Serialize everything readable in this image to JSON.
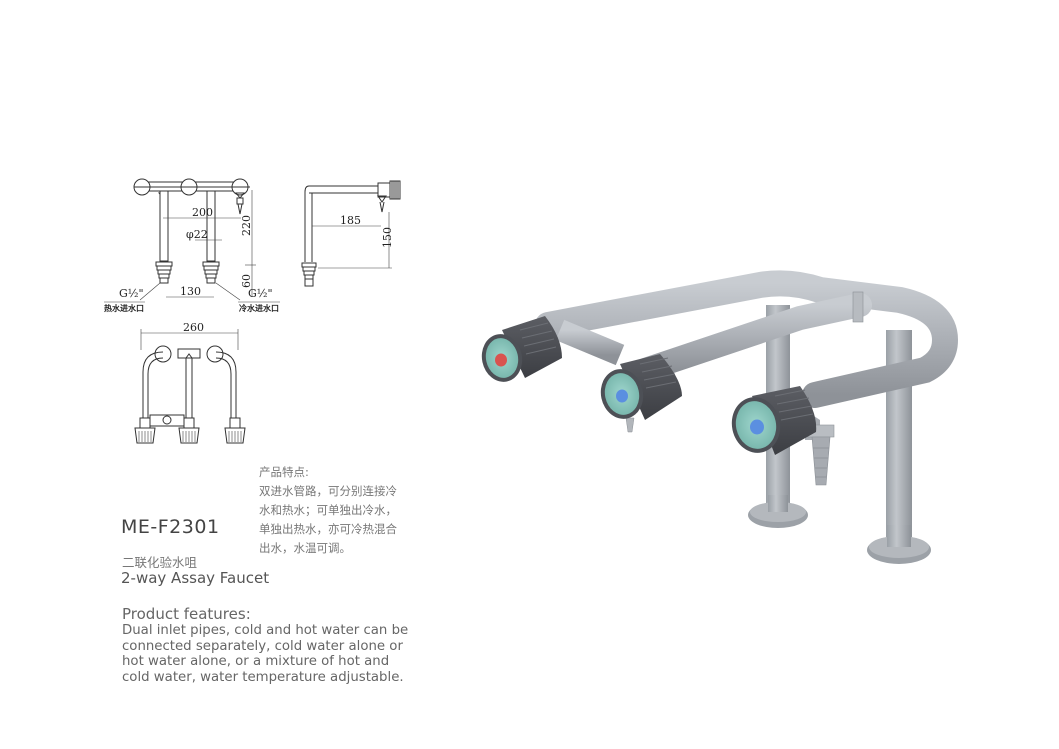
{
  "product": {
    "model": "ME-F2301",
    "name_cn": "二联化验水咀",
    "name_en": "2-way Assay Faucet"
  },
  "features_cn": {
    "title": "产品特点:",
    "lines": [
      "双进水管路，可分别连接冷",
      "水和热水；可单独出冷水，",
      "单独出热水，亦可冷热混合",
      "出水，水温可调。"
    ]
  },
  "features_en": {
    "title": "Product features:",
    "lines": [
      "Dual inlet pipes, cold and hot water can be",
      "connected separately, cold water alone or",
      "hot water alone, or a mixture of hot and",
      "cold water, water temperature adjustable."
    ]
  },
  "drawings": {
    "front_view": {
      "dim_spout_spacing": "200",
      "dim_pipe_diameter": "φ22",
      "dim_height": "220",
      "dim_thread": "60",
      "dim_inlet_spacing": "130",
      "thread_left": "G½\"",
      "thread_right": "G½\"",
      "label_hot_inlet": "热水进水口",
      "label_cold_inlet": "冷水进水口"
    },
    "side_view": {
      "dim_reach": "185",
      "dim_spout_height": "150"
    },
    "top_view": {
      "dim_width": "260"
    }
  },
  "render": {
    "handle_hot_color": "#d9534f",
    "handle_cold_color": "#5b8fe0",
    "handle_cap_color": "#8fc9c0",
    "knob_color": "#4a4c52",
    "pipe_color": "#a9adb3"
  }
}
